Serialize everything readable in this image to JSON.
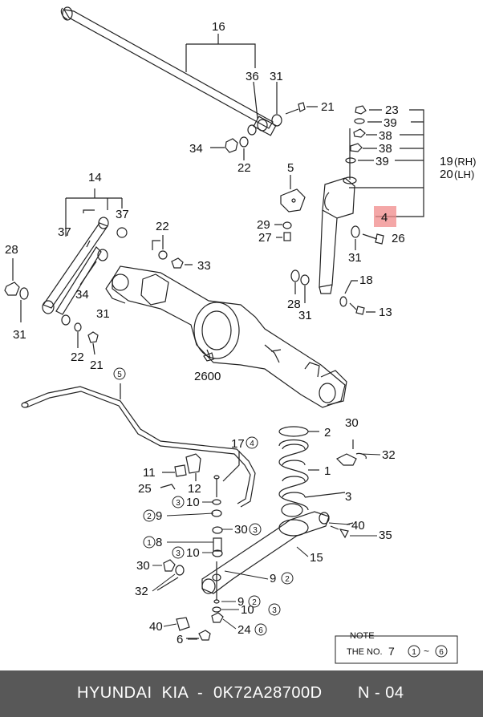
{
  "callouts": {
    "c16": "16",
    "c36": "36",
    "c31a": "31",
    "c21a": "21",
    "c34a": "34",
    "c22a": "22",
    "c23": "23",
    "c39a": "39",
    "c38a": "38",
    "c38b": "38",
    "c39b": "39",
    "c19": "19",
    "c19s": "(RH)",
    "c20": "20",
    "c20s": "(LH)",
    "c5a": "5",
    "c29": "29",
    "c27": "27",
    "c4": "4",
    "c26": "26",
    "c31b": "31",
    "c18": "18",
    "c13": "13",
    "c28b": "28",
    "c31c": "31",
    "c14": "14",
    "c37a": "37",
    "c37b": "37",
    "c22b": "22",
    "c33": "33",
    "c28a": "28",
    "c31d": "31",
    "c34b": "34",
    "c31e": "31",
    "c22c": "22",
    "c21b": "21",
    "c2600": "2600",
    "c5b": "5",
    "c17": "17",
    "c2": "2",
    "c1": "1",
    "c3": "3",
    "c30a": "30",
    "c32a": "32",
    "c11": "11",
    "c12": "12",
    "c25": "25",
    "c10a": "10",
    "c9a": "9",
    "c30b": "30",
    "c8": "8",
    "c10b": "10",
    "c40a": "40",
    "c35": "35",
    "c15": "15",
    "c30c": "30",
    "c32b": "32",
    "c9b": "9",
    "c9c": "9",
    "c10c": "10",
    "c24": "24",
    "c40b": "40",
    "c6": "6"
  },
  "circled": {
    "k4": "4",
    "k3a": "3",
    "k2": "2",
    "k3b": "3",
    "k1": "1",
    "k3c": "3",
    "k2b": "2",
    "k2c": "2",
    "k3d": "3",
    "k6": "6",
    "k5": "5"
  },
  "highlight_color": "#f08a8a",
  "note": {
    "title": "NOTE",
    "line_prefix": "THE NO.",
    "number": "7",
    "from": "1",
    "tilde": "~",
    "to": "6"
  },
  "footer": {
    "brand": "HYUNDAI  KIA",
    "dash1": "-",
    "part_number": "0K72A28700D",
    "page_code": "N - 04"
  }
}
